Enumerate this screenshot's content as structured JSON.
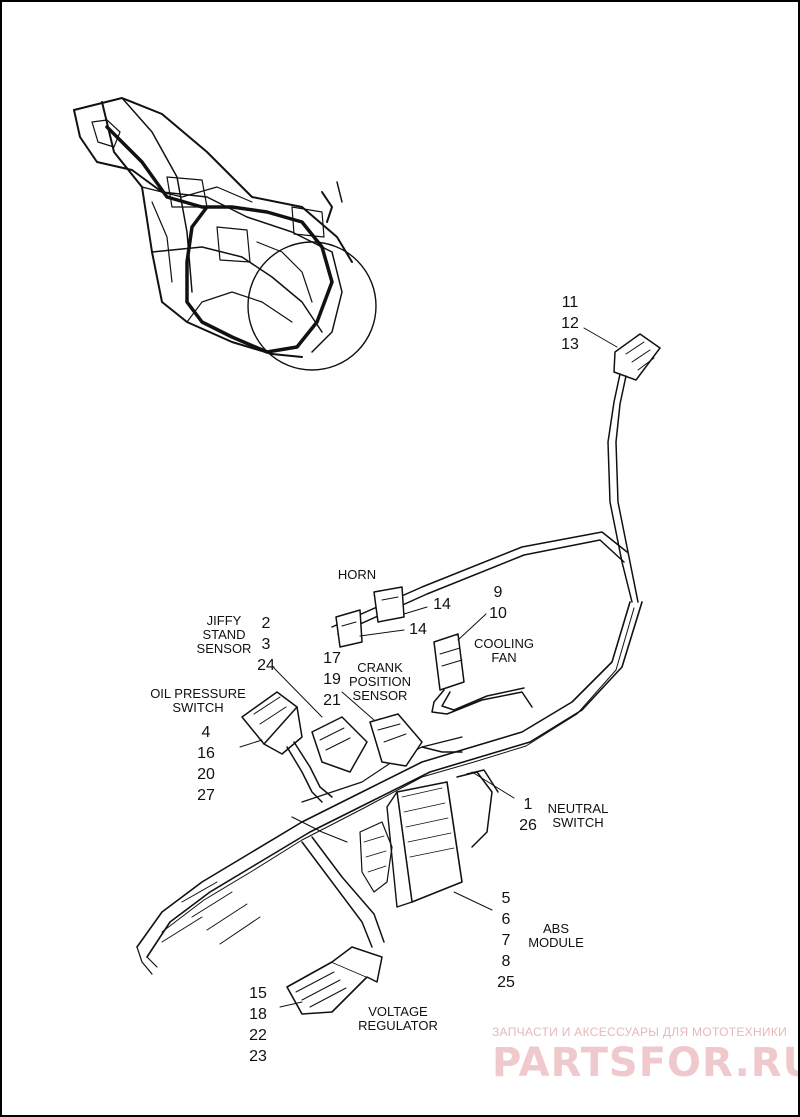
{
  "callouts": {
    "horn_connector": [
      "11",
      "12",
      "13"
    ],
    "horn_mount": [
      "14"
    ],
    "horn_mount_2": [
      "14"
    ],
    "cooling_fan": [
      "9",
      "10"
    ],
    "jiffy_stand": [
      "2",
      "3",
      "24"
    ],
    "crank_position": [
      "17",
      "19",
      "21"
    ],
    "oil_pressure": [
      "4",
      "16",
      "20",
      "27"
    ],
    "neutral_switch": [
      "1",
      "26"
    ],
    "abs_module": [
      "5",
      "6",
      "7",
      "8",
      "25"
    ],
    "voltage_regulator": [
      "15",
      "18",
      "22",
      "23"
    ]
  },
  "labels": {
    "horn": "HORN",
    "cooling_fan": [
      "COOLING",
      "FAN"
    ],
    "jiffy_stand": [
      "JIFFY",
      "STAND",
      "SENSOR"
    ],
    "crank_position": [
      "CRANK",
      "POSITION",
      "SENSOR"
    ],
    "oil_pressure": [
      "OIL PRESSURE",
      "SWITCH"
    ],
    "neutral_switch": [
      "NEUTRAL",
      "SWITCH"
    ],
    "abs_module": [
      "ABS",
      "MODULE"
    ],
    "voltage_regulator": [
      "VOLTAGE",
      "REGULATOR"
    ]
  },
  "watermark": {
    "tagline": "ЗАПЧАСТИ И АКСЕССУАРЫ ДЛЯ МОТОТЕХНИКИ",
    "brand": "PARTSFOR.RU"
  },
  "colors": {
    "ink": "#111111",
    "watermark": "#e6b8bb"
  }
}
